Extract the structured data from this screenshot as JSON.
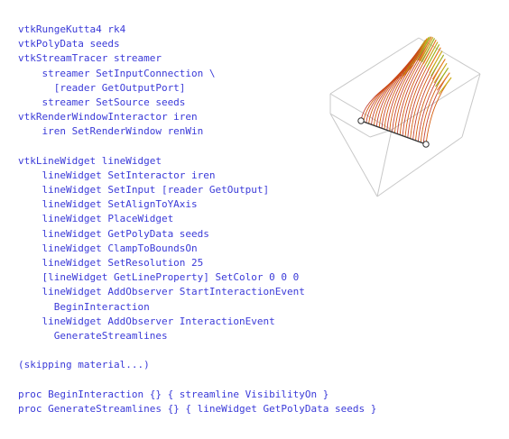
{
  "code_lines": [
    "vtkRungeKutta4 rk4",
    "vtkPolyData seeds",
    "vtkStreamTracer streamer",
    "    streamer SetInputConnection \\",
    "      [reader GetOutputPort]",
    "    streamer SetSource seeds",
    "vtkRenderWindowInteractor iren",
    "    iren SetRenderWindow renWin",
    "",
    "vtkLineWidget lineWidget",
    "    lineWidget SetInteractor iren",
    "    lineWidget SetInput [reader GetOutput]",
    "    lineWidget SetAlignToYAxis",
    "    lineWidget PlaceWidget",
    "    lineWidget GetPolyData seeds",
    "    lineWidget ClampToBoundsOn",
    "    lineWidget SetResolution 25",
    "    [lineWidget GetLineProperty] SetColor 0 0 0",
    "    lineWidget AddObserver StartInteractionEvent",
    "      BeginInteraction",
    "    lineWidget AddObserver InteractionEvent",
    "      GenerateStreamlines",
    "",
    "(skipping material...)",
    "",
    "proc BeginInteraction {} { streamline VisibilityOn }",
    "proc GenerateStreamlines {} { lineWidget GetPolyData seeds }"
  ],
  "figure": {
    "outline_color": "#c8c8c8",
    "widget_line_color": "#333333",
    "streamline_colors": [
      "#c0392b",
      "#d35400",
      "#e67e22",
      "#c9b21a",
      "#9ab81e"
    ]
  }
}
